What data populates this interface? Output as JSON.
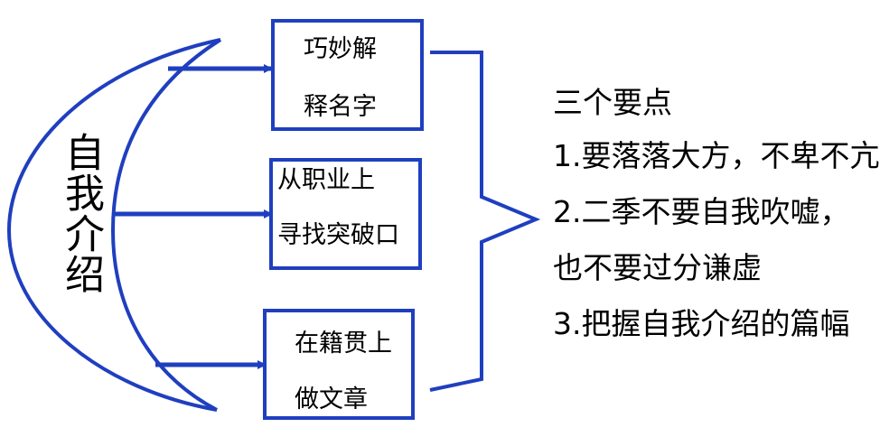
{
  "center": {
    "title": "自我介绍"
  },
  "boxes": [
    {
      "line1": "巧妙解",
      "line2": "释名字"
    },
    {
      "line1": "从职业上",
      "line2": "寻找突破口"
    },
    {
      "line1": "在籍贯上",
      "line2": "做文章"
    }
  ],
  "points": {
    "heading": "三个要点",
    "lines": [
      "1.要落落大方，不卑不亢",
      "2.二季不要自我吹嘘，",
      "也不要过分谦虚",
      "3.把握自我介绍的篇幅"
    ]
  },
  "colors": {
    "stroke": "#1f3fbf",
    "text": "#000000"
  }
}
